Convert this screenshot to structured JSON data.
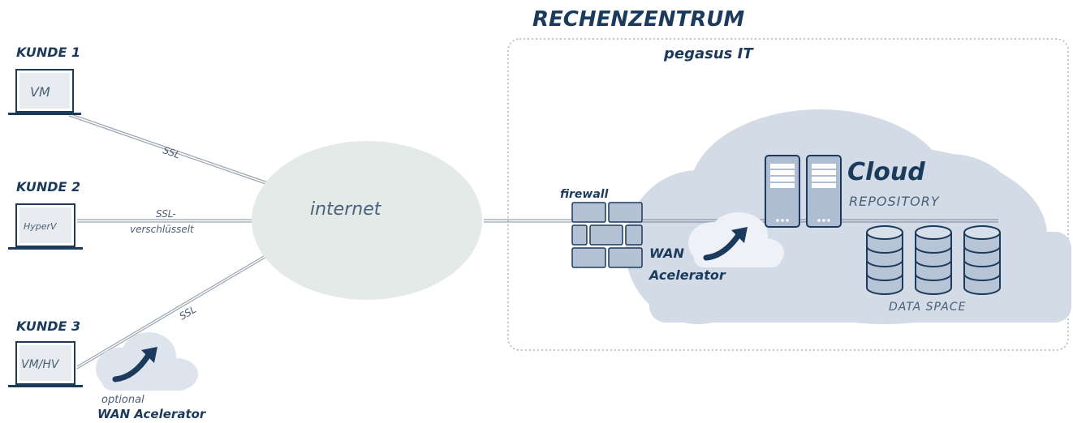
{
  "datacenter": {
    "title": "RECHENZENTRUM",
    "subtitle": "pegasus IT"
  },
  "customers": [
    {
      "label": "KUNDE 1",
      "screen": "VM",
      "link": "SSL"
    },
    {
      "label": "KUNDE 2",
      "screen": "HyperV",
      "link_line1": "SSL-",
      "link_line2": "verschlüsselt"
    },
    {
      "label": "KUNDE 3",
      "screen": "VM/HV",
      "link": "SSL"
    }
  ],
  "internet": {
    "label": "internet"
  },
  "firewall": {
    "label": "firewall"
  },
  "wan_center": {
    "line1": "WAN",
    "line2": "Acelerator"
  },
  "wan_optional": {
    "line1": "optional",
    "line2": "WAN Acelerator"
  },
  "cloud": {
    "title": "Cloud",
    "subtitle": "REPOSITORY"
  },
  "data_space": {
    "label": "DATA SPACE"
  },
  "colors": {
    "ink": "#1b3a5c",
    "cloud_fill": "#d3dbe6",
    "internet_fill": "#e3eae8",
    "small_cloud_fill": "#dde4ee",
    "firewall_brick": "#b5c2d4",
    "server_fill": "#aebdd2",
    "db_fill": "#b7c4d6",
    "border_dots": "#a7b3c5"
  },
  "icons": [
    "laptop-icon",
    "firewall-icon",
    "server-icon",
    "database-icon",
    "cloud-icon",
    "arrow-up-right-icon"
  ]
}
